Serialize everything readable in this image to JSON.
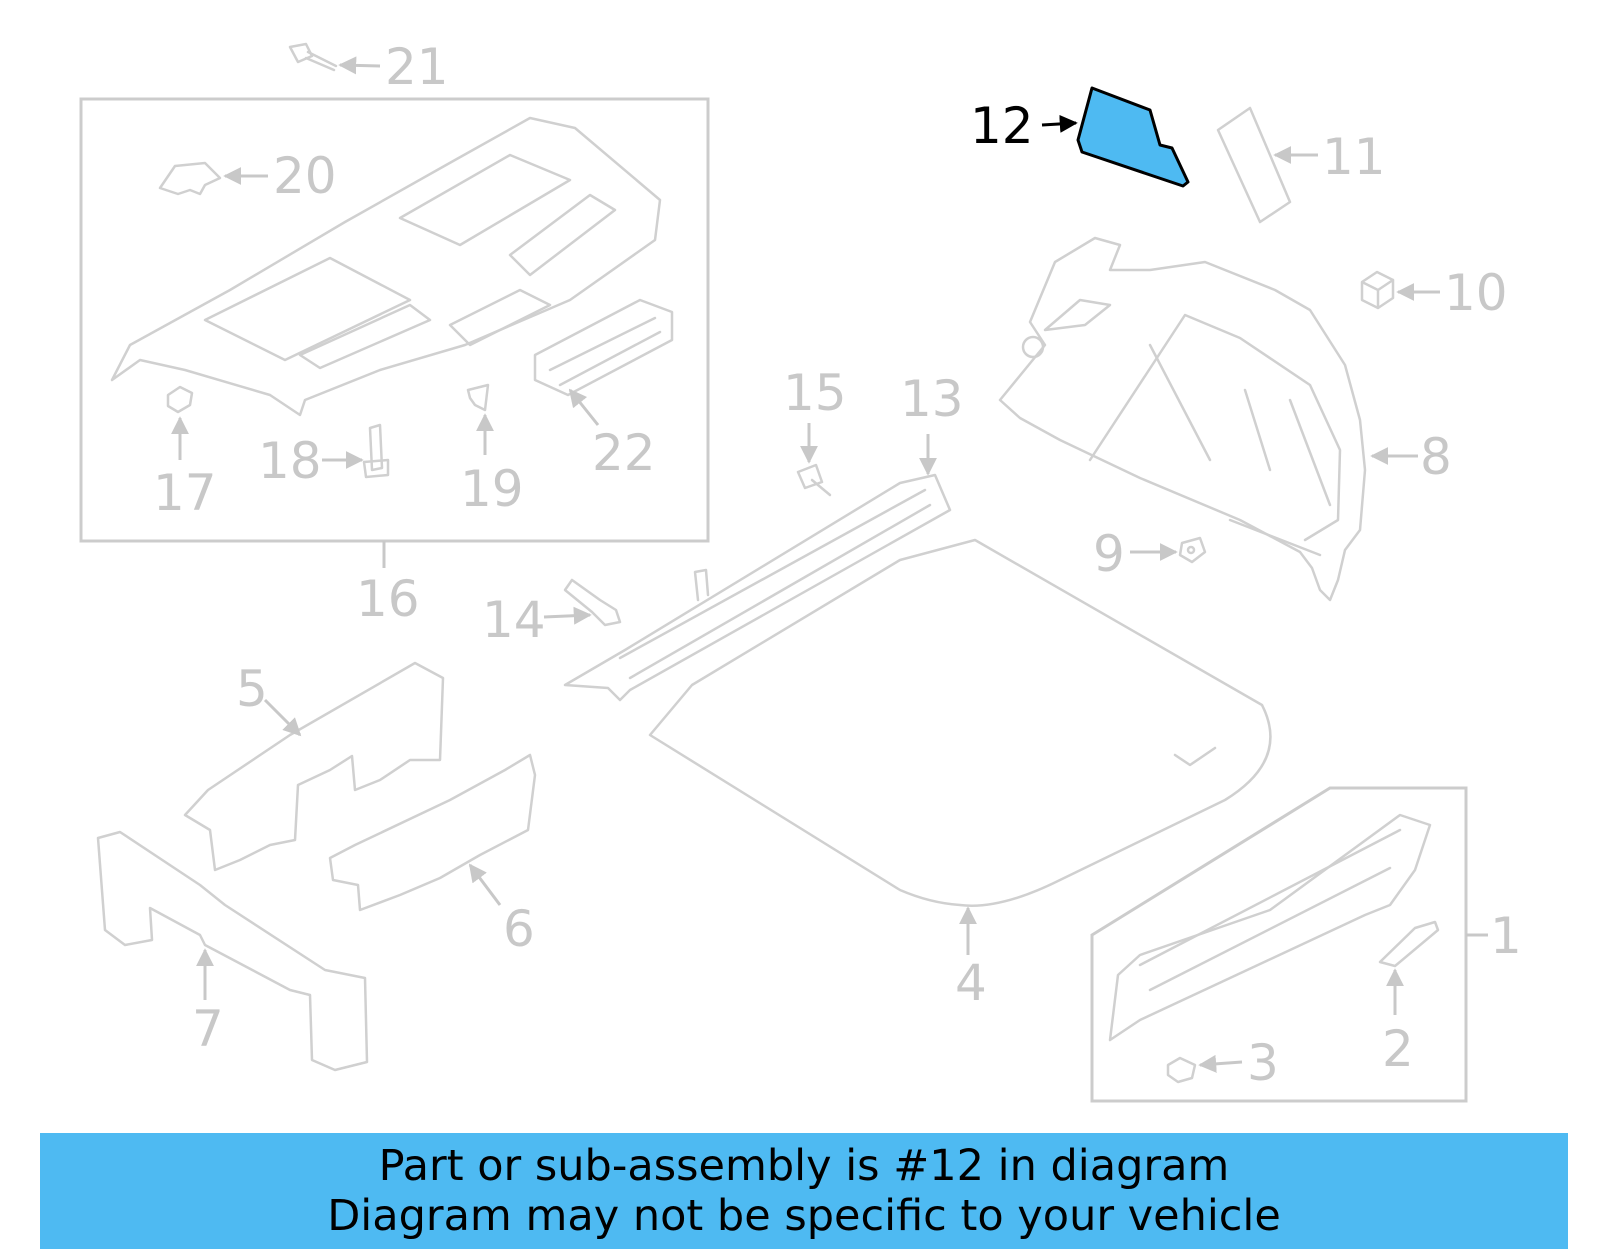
{
  "banner": {
    "line1": "Part or sub-assembly is #12 in diagram",
    "line2": "Diagram may not be specific to your vehicle",
    "color": "#4ebaf2"
  },
  "highlight": {
    "part": "12",
    "color": "#4ebaf2",
    "outline": "#000000"
  },
  "callouts": {
    "c1": "1",
    "c2": "2",
    "c3": "3",
    "c4": "4",
    "c5": "5",
    "c6": "6",
    "c7": "7",
    "c8": "8",
    "c9": "9",
    "c10": "10",
    "c11": "11",
    "c12": "12",
    "c13": "13",
    "c14": "14",
    "c15": "15",
    "c16": "16",
    "c17": "17",
    "c18": "18",
    "c19": "19",
    "c20": "20",
    "c21": "21",
    "c22": "22"
  },
  "colors": {
    "part_line": "#d0d0d0",
    "label": "#c8c8c8"
  }
}
